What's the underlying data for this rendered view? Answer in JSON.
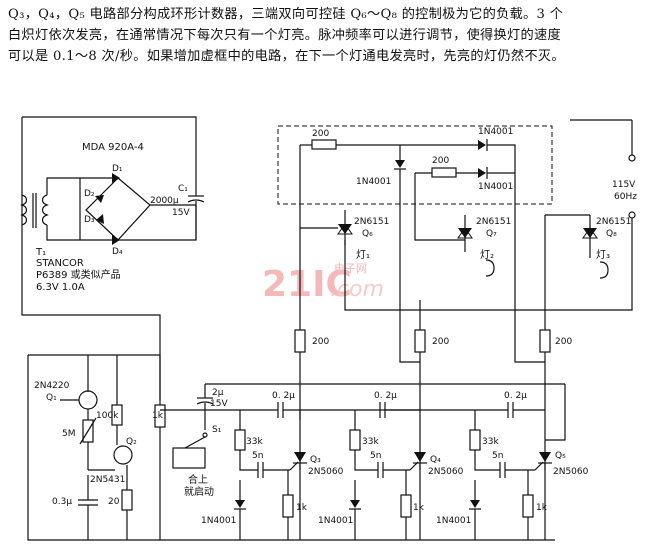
{
  "description": {
    "line1": "Q₃，Q₄，Q₅ 电路部分构成环形计数器，三端双向可控硅 Q₆～Q₈ 的控制极为它的负载。3 个",
    "line2": "白炽灯依次发亮，在通常情况下每次只有一个灯亮。脉冲频率可以进行调节，使得换灯的速度",
    "line3": "可以是 0.1～8 次/秒。如果增加虚框中的电路，在下一个灯通电发亮时，先亮的灯仍然不灭。"
  },
  "labels": {
    "bridge": "MDA 920A-4",
    "d1": "D₁",
    "d2": "D₂",
    "d3": "D₃",
    "d4": "D₄",
    "c1": "C₁",
    "c1_val": "2000μ",
    "c1_volt": "15V",
    "t1": "T₁",
    "t1_mfr": "STANCOR",
    "t1_part": "P6389 或类似产品",
    "t1_rating": "6.3V 1.0A",
    "r200_top1": "200",
    "r200_top2": "200",
    "diode_1n4001_a": "1N4001",
    "diode_1n4001_b": "1N4001",
    "diode_1n4001_c": "1N4001",
    "ac_volt": "115V",
    "ac_freq": "60Hz",
    "triac": "2N6151",
    "q6": "Q₆",
    "q7": "Q₇",
    "q8": "Q₈",
    "lamp1": "灯₁",
    "lamp2": "灯₂",
    "lamp3": "灯₃",
    "r200": "200",
    "q1_type": "2N4220",
    "q1": "Q₁",
    "r_5m": "5M",
    "r_100k": "100k",
    "r_1k": "1k",
    "q2": "Q₂",
    "q2_type": "2N5431",
    "c_03u": "0.3μ",
    "r_20": "20",
    "c_2u": "2μ",
    "c_2u_volt": "15V",
    "s1": "S₁",
    "switch_label_1": "合上",
    "switch_label_2": "就启动",
    "c_02u": "0. 2μ",
    "r_33k": "33k",
    "c_5n": "5n",
    "scr": "2N5060",
    "q3": "Q₃",
    "q4": "Q₄",
    "q5": "Q₅",
    "r_1k_low": "1k"
  },
  "watermark": {
    "brand": "21IC",
    "cn": "电子网",
    "dom": ".com"
  }
}
